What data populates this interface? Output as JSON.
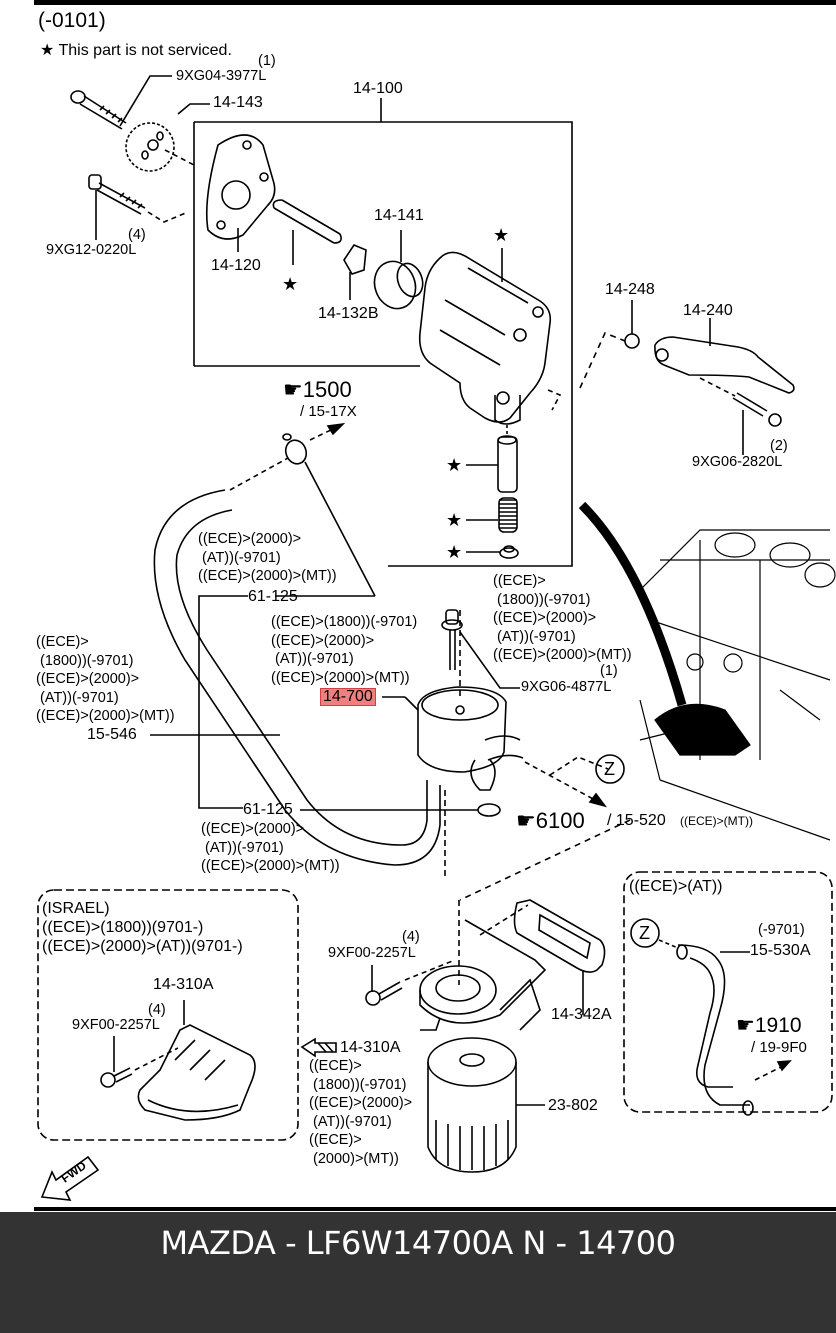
{
  "diagram": {
    "range_note": "(-0101)",
    "legend": {
      "symbol": "★",
      "text": "This part is not serviced."
    },
    "parts": {
      "bolt_top": {
        "qty": "(1)",
        "code": "9XG04-3977L"
      },
      "sprocket": "14-143",
      "pump_assembly": "14-100",
      "bolt_left": {
        "qty": "(4)",
        "code": "9XG12-0220L"
      },
      "pump_cover": "14-120",
      "inner_rotor": "14-141",
      "shaft_key": "14-132B",
      "oring": "14-248",
      "strainer": "14-240",
      "bolt_strainer": {
        "qty": "(2)",
        "code": "9XG06-2820L"
      },
      "ref_1500": {
        "num": "1500",
        "sub": "/ 15-17X"
      },
      "clamp_upper_cond": [
        "((ECE)>(2000)>",
        " (AT))(-9701)",
        "((ECE)>(2000)>(MT))"
      ],
      "clamp_upper": "61-125",
      "hose_cond": [
        "((ECE)>",
        " (1800))(-9701)",
        "((ECE)>(2000)>",
        " (AT))(-9701)",
        "((ECE)>(2000)>(MT))"
      ],
      "hose": "15-546",
      "cooler_cond": [
        "((ECE)>(1800))(-9701)",
        "((ECE)>(2000)>",
        " (AT))(-9701)",
        "((ECE)>(2000)>(MT))"
      ],
      "oil_cooler": "14-700",
      "bolt_cooler_cond": [
        "((ECE)>",
        " (1800))(-9701)",
        "((ECE)>(2000)>",
        " (AT))(-9701)",
        "((ECE)>(2000)>(MT))"
      ],
      "bolt_cooler": {
        "qty": "(1)",
        "code": "9XG06-4877L"
      },
      "clamp_lower": "61-125",
      "clamp_lower_cond": [
        "((ECE)>(2000)>",
        " (AT))(-9701)",
        "((ECE)>(2000)>(MT))"
      ],
      "ref_6100": {
        "num": "6100",
        "sub": "/ 15-520",
        "cond": "((ECE)>(MT))"
      },
      "callout_z": "Z",
      "israel_box": {
        "cond": [
          "(ISRAEL)",
          "((ECE)>(1800))(9701-)",
          "((ECE)>(2000)>(AT))(9701-)"
        ],
        "part": "14-310A",
        "bolt": {
          "qty": "(4)",
          "code": "9XF00-2257L"
        }
      },
      "bolt_filter_body": {
        "qty": "(4)",
        "code": "9XF00-2257L"
      },
      "gasket": "14-342A",
      "filter_body": "14-310A",
      "filter_body_cond": [
        "((ECE)>",
        " (1800))(-9701)",
        "((ECE)>(2000)>",
        " (AT))(-9701)",
        "((ECE)>",
        " (2000)>(MT))"
      ],
      "oil_filter": "23-802",
      "at_box": {
        "cond": "((ECE)>(AT))",
        "callout_z": "Z",
        "hose_range": "(-9701)",
        "hose": "15-530A",
        "ref_1910": {
          "num": "1910",
          "sub": "/ 19-9F0"
        }
      },
      "fwd_label": "FWD"
    },
    "highlight_color": "#f08080"
  },
  "footer": {
    "title": "MAZDA - LF6W14700A   N - 14700",
    "background": "#333333"
  }
}
